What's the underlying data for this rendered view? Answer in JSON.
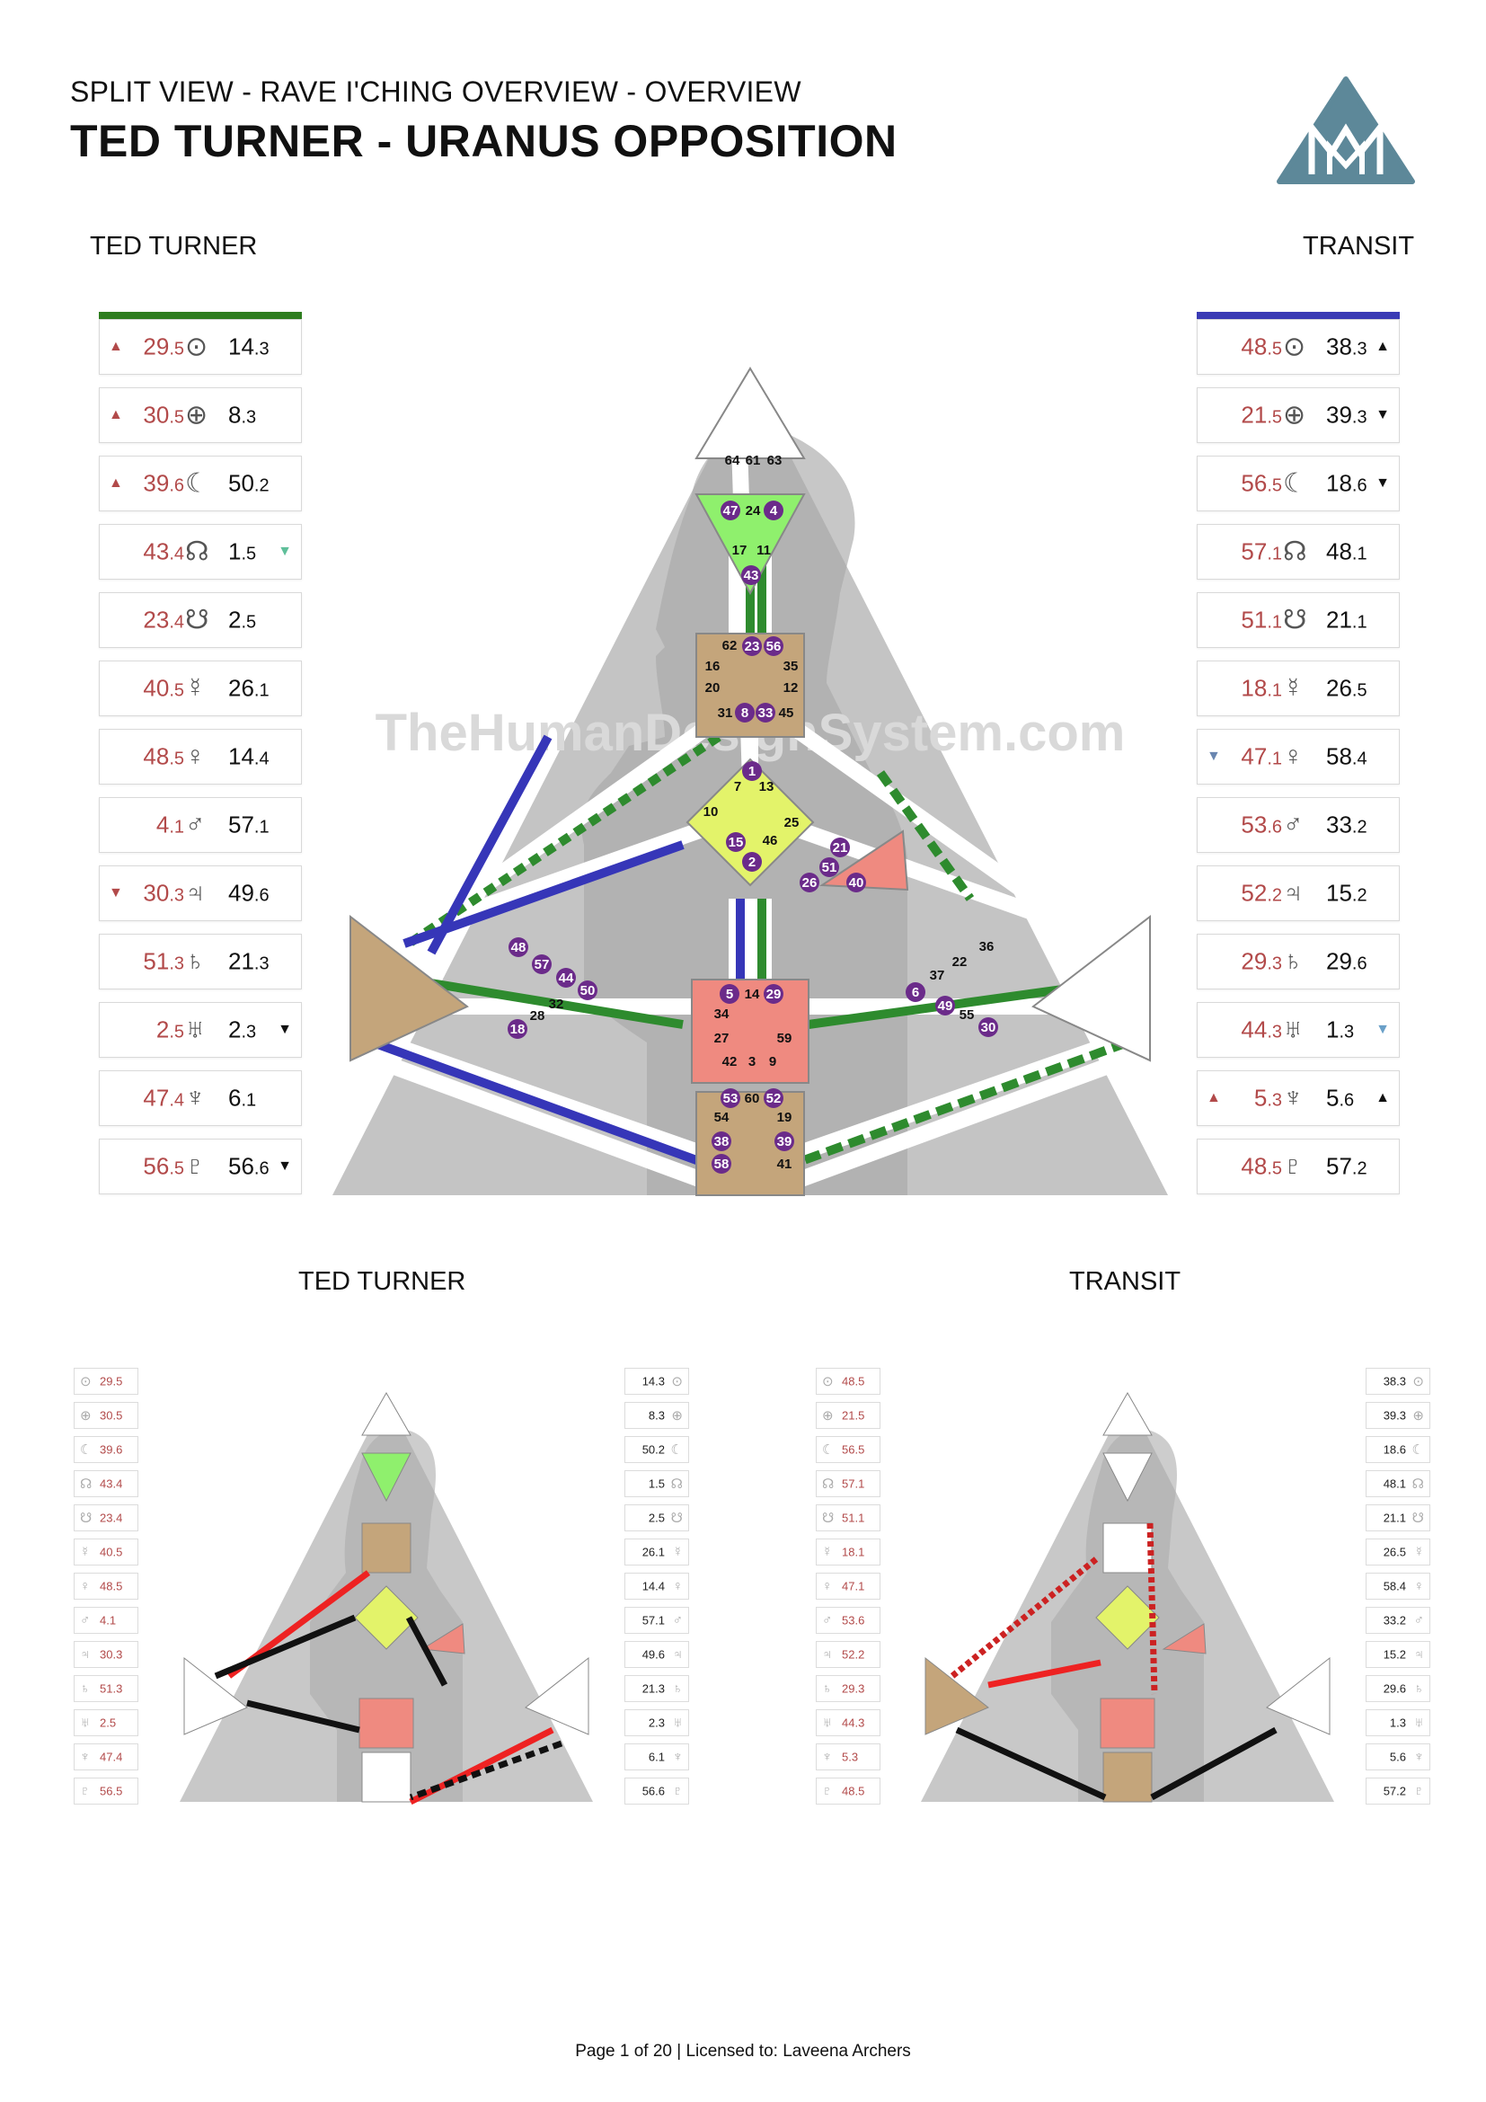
{
  "header": {
    "subtitle": "SPLIT VIEW - RAVE I'CHING OVERVIEW - OVERVIEW",
    "title": "TED TURNER - URANUS OPPOSITION"
  },
  "watermark": "TheHumanDesignSystem.com",
  "colors": {
    "personality_bar": "#2e7d1f",
    "transit_bar": "#3a3bb5",
    "design_text": "#b24a4a",
    "head_center": "#8ff06d",
    "ajna": "#8ff06d",
    "g_center": "#e3f36a",
    "spleen": "#c4a57b",
    "sacral": "#ef8a80",
    "root": "#c4a57b",
    "channel_green": "#2e8b2e",
    "channel_blue": "#3636b8"
  },
  "left_panel": {
    "label": "TED TURNER",
    "rows": [
      {
        "arrow": "▲",
        "design": "29.5",
        "icon": "sun-icon",
        "symbol": "⊙",
        "personality": "14.3",
        "tail": ""
      },
      {
        "arrow": "▲",
        "design": "30.5",
        "icon": "earth-icon",
        "symbol": "⊕",
        "personality": "8.3",
        "tail": ""
      },
      {
        "arrow": "▲",
        "design": "39.6",
        "icon": "moon-icon",
        "symbol": "☾",
        "personality": "50.2",
        "tail": ""
      },
      {
        "arrow": "",
        "design": "43.4",
        "icon": "north-node-icon",
        "symbol": "☊",
        "personality": "1.5",
        "tail": "▼"
      },
      {
        "arrow": "",
        "design": "23.4",
        "icon": "south-node-icon",
        "symbol": "☋",
        "personality": "2.5",
        "tail": ""
      },
      {
        "arrow": "",
        "design": "40.5",
        "icon": "mercury-icon",
        "symbol": "☿",
        "personality": "26.1",
        "tail": ""
      },
      {
        "arrow": "",
        "design": "48.5",
        "icon": "venus-icon",
        "symbol": "♀",
        "personality": "14.4",
        "tail": ""
      },
      {
        "arrow": "",
        "design": "4.1",
        "icon": "mars-icon",
        "symbol": "♂",
        "personality": "57.1",
        "tail": ""
      },
      {
        "arrow": "▼",
        "design": "30.3",
        "icon": "jupiter-icon",
        "symbol": "♃",
        "personality": "49.6",
        "tail": ""
      },
      {
        "arrow": "",
        "design": "51.3",
        "icon": "saturn-icon",
        "symbol": "♄",
        "personality": "21.3",
        "tail": ""
      },
      {
        "arrow": "",
        "design": "2.5",
        "icon": "uranus-icon",
        "symbol": "♅",
        "personality": "2.3",
        "tail": "▼"
      },
      {
        "arrow": "",
        "design": "47.4",
        "icon": "neptune-icon",
        "symbol": "♆",
        "personality": "6.1",
        "tail": ""
      },
      {
        "arrow": "",
        "design": "56.5",
        "icon": "pluto-icon",
        "symbol": "♇",
        "personality": "56.6",
        "tail": "▼"
      }
    ]
  },
  "right_panel": {
    "label": "TRANSIT",
    "rows": [
      {
        "arrow": "",
        "design": "48.5",
        "icon": "sun-icon",
        "symbol": "⊙",
        "personality": "38.3",
        "tail": "▲"
      },
      {
        "arrow": "",
        "design": "21.5",
        "icon": "earth-icon",
        "symbol": "⊕",
        "personality": "39.3",
        "tail": "▼"
      },
      {
        "arrow": "",
        "design": "56.5",
        "icon": "moon-icon",
        "symbol": "☾",
        "personality": "18.6",
        "tail": "▼"
      },
      {
        "arrow": "",
        "design": "57.1",
        "icon": "north-node-icon",
        "symbol": "☊",
        "personality": "48.1",
        "tail": ""
      },
      {
        "arrow": "",
        "design": "51.1",
        "icon": "south-node-icon",
        "symbol": "☋",
        "personality": "21.1",
        "tail": ""
      },
      {
        "arrow": "",
        "design": "18.1",
        "icon": "mercury-icon",
        "symbol": "☿",
        "personality": "26.5",
        "tail": ""
      },
      {
        "arrow": "▼",
        "design": "47.1",
        "icon": "venus-icon",
        "symbol": "♀",
        "personality": "58.4",
        "tail": ""
      },
      {
        "arrow": "",
        "design": "53.6",
        "icon": "mars-icon",
        "symbol": "♂",
        "personality": "33.2",
        "tail": ""
      },
      {
        "arrow": "",
        "design": "52.2",
        "icon": "jupiter-icon",
        "symbol": "♃",
        "personality": "15.2",
        "tail": ""
      },
      {
        "arrow": "",
        "design": "29.3",
        "icon": "saturn-icon",
        "symbol": "♄",
        "personality": "29.6",
        "tail": ""
      },
      {
        "arrow": "",
        "design": "44.3",
        "icon": "uranus-icon",
        "symbol": "♅",
        "personality": "1.3",
        "tail": "▼"
      },
      {
        "arrow": "▲",
        "design": "5.3",
        "icon": "neptune-icon",
        "symbol": "♆",
        "personality": "5.6",
        "tail": "▲"
      },
      {
        "arrow": "",
        "design": "48.5",
        "icon": "pluto-icon",
        "symbol": "♇",
        "personality": "57.2",
        "tail": ""
      }
    ]
  },
  "bodygraph": {
    "head": [
      "64",
      "61",
      "63"
    ],
    "ajna": [
      "47",
      "24",
      "4",
      "17",
      "11",
      "43"
    ],
    "throat": [
      "62",
      "23",
      "56",
      "16",
      "35",
      "20",
      "12",
      "31",
      "8",
      "33",
      "45"
    ],
    "g": [
      "1",
      "7",
      "13",
      "10",
      "25",
      "15",
      "46",
      "2"
    ],
    "ego": [
      "21",
      "51",
      "26",
      "40"
    ],
    "spleen": [
      "48",
      "57",
      "44",
      "50",
      "32",
      "28",
      "18"
    ],
    "solar": [
      "36",
      "22",
      "37",
      "6",
      "49",
      "55",
      "30"
    ],
    "sacral": [
      "5",
      "14",
      "29",
      "34",
      "27",
      "59",
      "42",
      "3",
      "9"
    ],
    "root": [
      "53",
      "60",
      "52",
      "54",
      "19",
      "38",
      "39",
      "58",
      "41"
    ]
  },
  "bottom": {
    "left_label": "TED TURNER",
    "right_label": "TRANSIT"
  },
  "footer": "Page 1 of 20 | Licensed to: Laveena Archers"
}
